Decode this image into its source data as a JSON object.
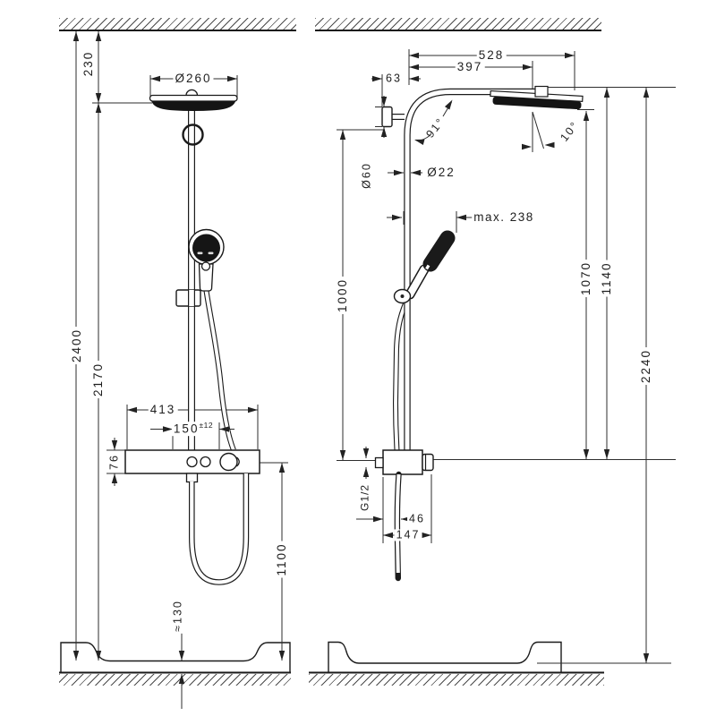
{
  "colors": {
    "ink": "#222222",
    "object_line": "#1a1a1a",
    "dark_fill": "#141414",
    "paper": "#ffffff"
  },
  "front_view": {
    "ceiling_distance": "230",
    "head_diameter": "Ø260",
    "total_height": "2400",
    "head_height": "2170",
    "valve_width": "413",
    "connection_spacing": "150",
    "connection_spacing_tolerance": "±12",
    "valve_body_height": "76",
    "valve_height": "1100",
    "tray_height": "≈130"
  },
  "side_view": {
    "arm_reach": "528",
    "head_center_reach": "397",
    "wall_offset": "63",
    "arm_angle": "91°",
    "head_tilt": "10°",
    "escutcheon_diameter": "Ø60",
    "pipe_diameter": "Ø22",
    "handshower_reach": "max. 238",
    "wall_to_valve_height": "1000",
    "head_to_valve_height": "1070",
    "arm_to_valve_height": "1140",
    "arm_to_floor_height": "2240",
    "thread_size": "G1/2",
    "hose_offset": "46",
    "valve_depth": "147"
  }
}
